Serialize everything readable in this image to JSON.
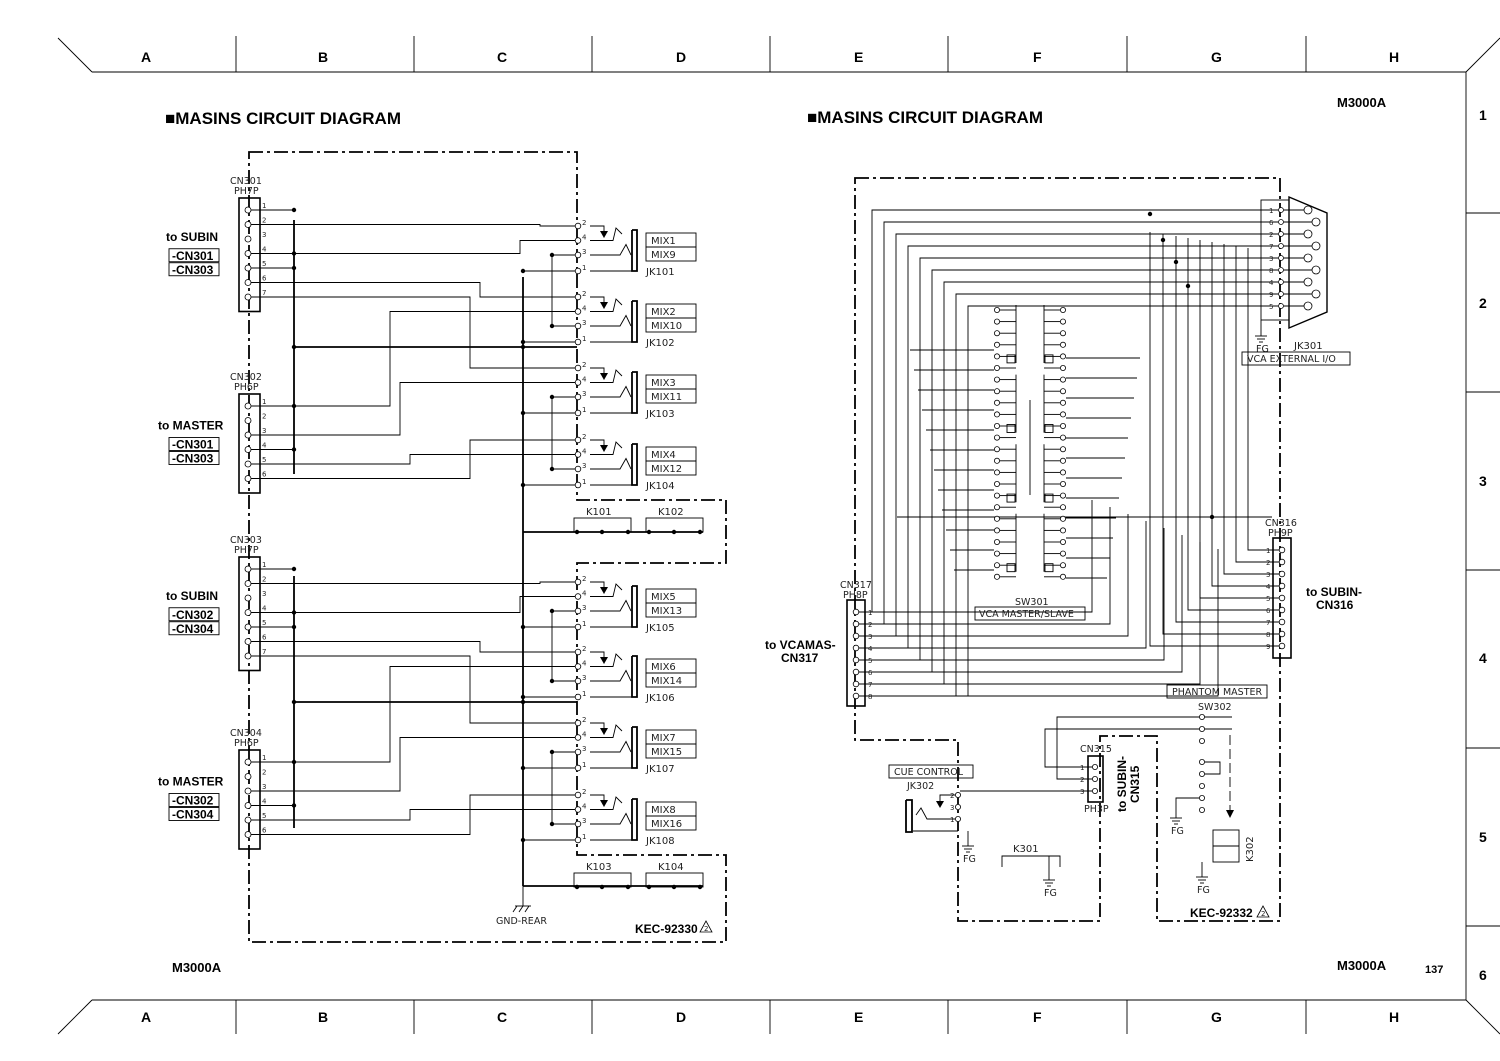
{
  "grid": {
    "columns": [
      "A",
      "B",
      "C",
      "D",
      "E",
      "F",
      "G",
      "H"
    ],
    "rows": [
      "1",
      "2",
      "3",
      "4",
      "5",
      "6"
    ]
  },
  "left_sheet": {
    "title": "■MASINS CIRCUIT DIAGRAM",
    "model": "M3000A",
    "board": "KEC-92330",
    "revision": "2",
    "ground": "GND-REAR",
    "connectors": [
      {
        "ref": "CN301",
        "type": "PH7P",
        "dest": "to SUBIN",
        "targets": [
          "-CN301",
          "-CN303"
        ],
        "pins": [
          "1",
          "2",
          "3",
          "4",
          "5",
          "6",
          "7"
        ]
      },
      {
        "ref": "CN302",
        "type": "PH6P",
        "dest": "to MASTER",
        "targets": [
          "-CN301",
          "-CN303"
        ],
        "pins": [
          "1",
          "2",
          "3",
          "4",
          "5",
          "6"
        ]
      },
      {
        "ref": "CN303",
        "type": "PH7P",
        "dest": "to SUBIN",
        "targets": [
          "-CN302",
          "-CN304"
        ],
        "pins": [
          "1",
          "2",
          "3",
          "4",
          "5",
          "6",
          "7"
        ]
      },
      {
        "ref": "CN304",
        "type": "PH6P",
        "dest": "to MASTER",
        "targets": [
          "-CN302",
          "-CN304"
        ],
        "pins": [
          "1",
          "2",
          "3",
          "4",
          "5",
          "6"
        ]
      }
    ],
    "jacks": [
      {
        "ref": "JK101",
        "labels": [
          "MIX1",
          "MIX9"
        ]
      },
      {
        "ref": "JK102",
        "labels": [
          "MIX2",
          "MIX10"
        ]
      },
      {
        "ref": "JK103",
        "labels": [
          "MIX3",
          "MIX11"
        ]
      },
      {
        "ref": "JK104",
        "labels": [
          "MIX4",
          "MIX12"
        ]
      },
      {
        "ref": "JK105",
        "labels": [
          "MIX5",
          "MIX13"
        ]
      },
      {
        "ref": "JK106",
        "labels": [
          "MIX6",
          "MIX14"
        ]
      },
      {
        "ref": "JK107",
        "labels": [
          "MIX7",
          "MIX15"
        ]
      },
      {
        "ref": "JK108",
        "labels": [
          "MIX8",
          "MIX16"
        ]
      }
    ],
    "jack_pins": [
      "2",
      "4",
      "3",
      "1"
    ],
    "links": [
      "K101",
      "K102",
      "K103",
      "K104"
    ]
  },
  "right_sheet": {
    "title": "■MASINS CIRCUIT DIAGRAM",
    "model": "M3000A",
    "page": "137",
    "board": "KEC-92332",
    "revision": "2",
    "jk301": {
      "ref": "JK301",
      "caption": "VCA EXTERNAL I/O",
      "pins": [
        "1",
        "6",
        "2",
        "7",
        "3",
        "8",
        "4",
        "9",
        "5"
      ],
      "ground": "FG"
    },
    "sw301": {
      "ref": "SW301",
      "caption": "VCA MASTER/SLAVE"
    },
    "cn316": {
      "ref": "CN316",
      "type": "PH9P",
      "dest": "to SUBIN-",
      "target": "CN316",
      "pins": [
        "1",
        "2",
        "3",
        "4",
        "5",
        "6",
        "7",
        "8",
        "9"
      ]
    },
    "cn317": {
      "ref": "CN317",
      "type": "PH8P",
      "dest": "to VCAMAS-",
      "target": "CN317",
      "pins": [
        "1",
        "2",
        "3",
        "4",
        "5",
        "6",
        "7",
        "8"
      ]
    },
    "cn315": {
      "ref": "CN315",
      "type": "PH3P",
      "dest": "to SUBIN-",
      "target": "CN315",
      "pins": [
        "1",
        "2",
        "3"
      ]
    },
    "jk302": {
      "ref": "JK302",
      "caption": "CUE CONTROL",
      "pins": [
        "2",
        "3",
        "1"
      ],
      "ground": "FG"
    },
    "k301": {
      "ref": "K301",
      "ground": "FG"
    },
    "sw302": {
      "ref": "SW302",
      "caption": "PHANTOM MASTER",
      "ground": "FG"
    },
    "k302": {
      "ref": "K302",
      "ground": "FG"
    }
  }
}
